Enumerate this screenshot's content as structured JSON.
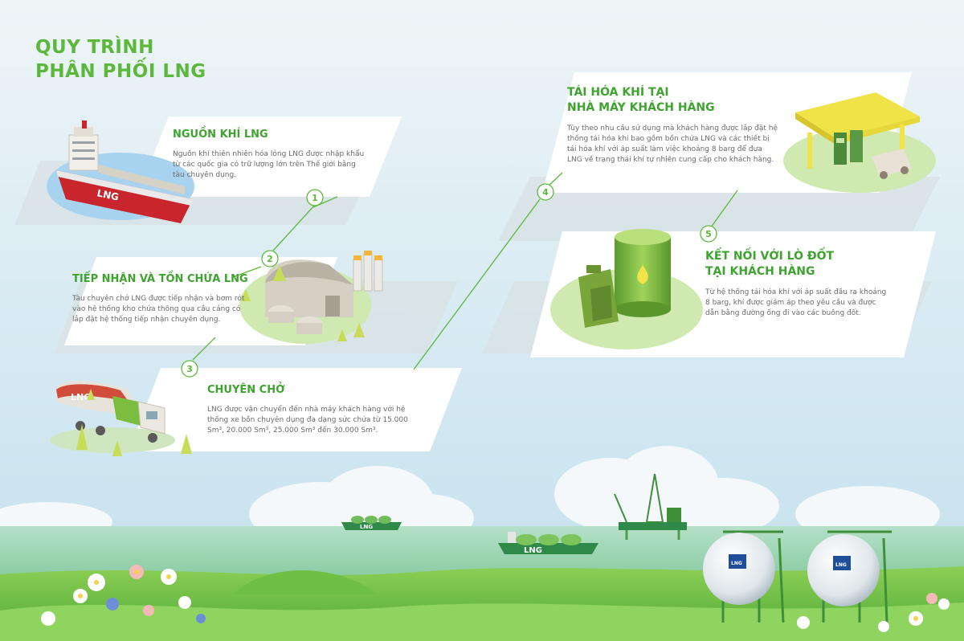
{
  "title": {
    "line1": "QUY TRÌNH",
    "line2": "PHÂN PHỐI LNG"
  },
  "steps": [
    {
      "number": "1",
      "title_lines": [
        "NGUỒN KHÍ LNG"
      ],
      "body": "Nguồn khí thiên nhiên hóa lỏng LNG được nhập khẩu từ các quốc gia có trữ lượng lớn trên Thế giới bằng tàu chuyên dụng."
    },
    {
      "number": "2",
      "title_lines": [
        "TIẾP NHẬN VÀ TỒN CHỨA LNG"
      ],
      "body": "Tàu chuyên chở LNG được tiếp nhận và bơm rót vào hệ thống kho chứa thông qua cầu cảng có lắp đặt hệ thống tiếp nhận chuyên dụng."
    },
    {
      "number": "3",
      "title_lines": [
        "CHUYÊN CHỞ"
      ],
      "body": "LNG được vận chuyển đến nhà máy khách hàng với hệ thống xe bồn chuyên dụng đa dạng sức chứa từ 15.000 Sm³, 20.000 Sm³, 25.000 Sm³ đến 30.000 Sm³."
    },
    {
      "number": "4",
      "title_lines": [
        "TÁI HÓA KHÍ TẠI",
        "NHÀ MÁY KHÁCH HÀNG"
      ],
      "body": "Tùy theo nhu cầu sử dụng mà khách hàng được lắp đặt hệ thống tái hóa khí bao gồm bồn chứa LNG và các thiết bị tái hóa khí với áp suất làm việc khoảng 8 barg để đưa LNG về trạng thái khí tự nhiên cung cấp cho khách hàng."
    },
    {
      "number": "5",
      "title_lines": [
        "KẾT NỐI VỚI LÒ ĐỐT",
        "TẠI KHÁCH HÀNG"
      ],
      "body": "Từ hệ thống tái hóa khí với áp suất đầu ra khoảng 8 barg, khí được giảm áp theo yêu cầu và được dẫn bằng đường ống đi vào các buồng đốt."
    }
  ],
  "illustration_labels": {
    "ship_hull": "LNG",
    "truck_tank": "LNG",
    "sea_ship_small": "LNG",
    "sea_ship_large": "LNG",
    "sphere_tank_1": "LNG",
    "sphere_tank_2": "LNG"
  },
  "colors": {
    "accent_green": "#5cb83a",
    "title_green": "#3ea32f",
    "body_text": "#6a6a6a",
    "sky_top": "#dcebf2",
    "sea": "#9fd6b0",
    "grass": "#6fc24a"
  }
}
